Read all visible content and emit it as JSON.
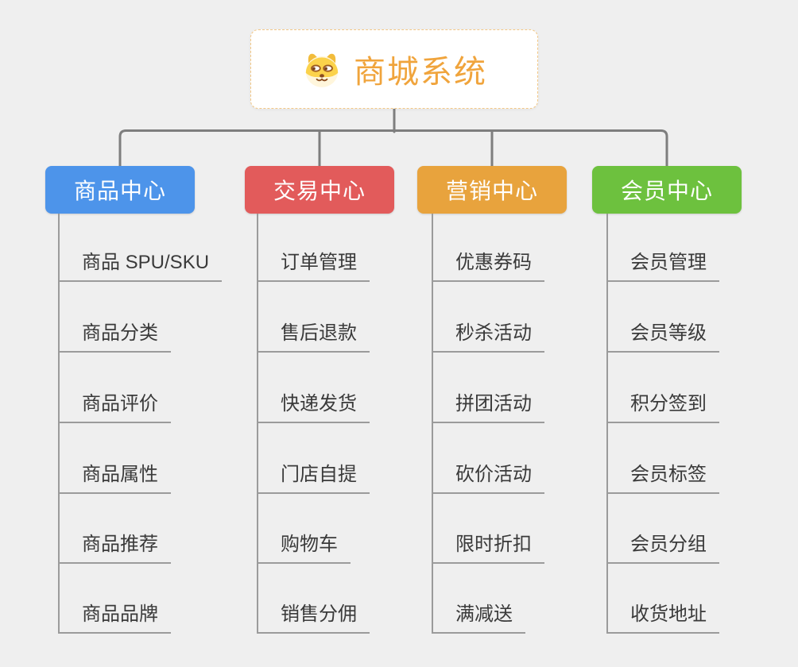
{
  "colors": {
    "background": "#efefef",
    "connector": "#7e7e7e",
    "leaf_line": "#9b9b9b",
    "leaf_text": "#3a3a3a",
    "root_border": "#f3c886",
    "root_text": "#f0a43c",
    "root_bg": "#ffffff"
  },
  "root": {
    "label": "商城系统",
    "icon": "doge-dog-face-icon"
  },
  "branches": [
    {
      "name": "product-center",
      "label": "商品中心",
      "color": "#4d94ea",
      "children": [
        "商品 SPU/SKU",
        "商品分类",
        "商品评价",
        "商品属性",
        "商品推荐",
        "商品品牌"
      ]
    },
    {
      "name": "trade-center",
      "label": "交易中心",
      "color": "#e25b5b",
      "children": [
        "订单管理",
        "售后退款",
        "快递发货",
        "门店自提",
        "购物车",
        "销售分佣"
      ]
    },
    {
      "name": "marketing-center",
      "label": "营销中心",
      "color": "#e8a33d",
      "children": [
        "优惠券码",
        "秒杀活动",
        "拼团活动",
        "砍价活动",
        "限时折扣",
        "满减送"
      ]
    },
    {
      "name": "member-center",
      "label": "会员中心",
      "color": "#6dc13e",
      "children": [
        "会员管理",
        "会员等级",
        "积分签到",
        "会员标签",
        "会员分组",
        "收货地址"
      ]
    }
  ]
}
